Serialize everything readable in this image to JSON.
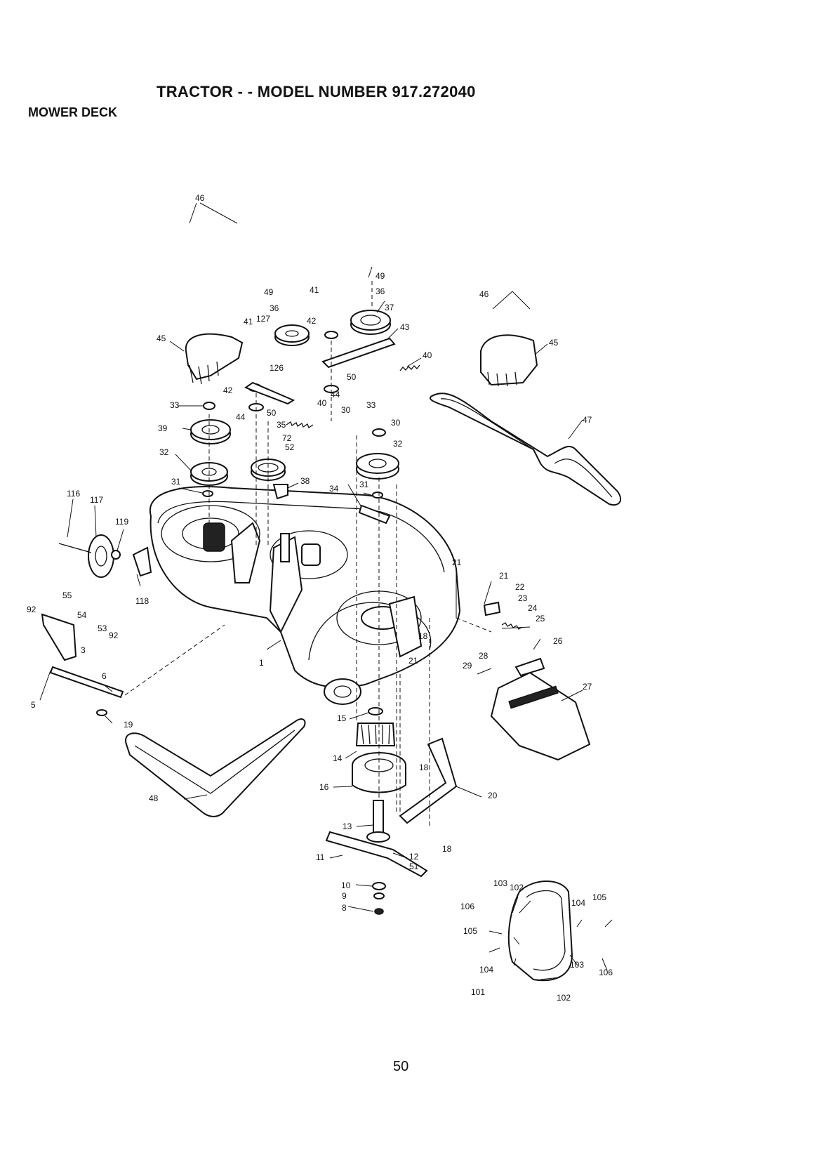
{
  "header": {
    "title": "TRACTOR - - MODEL NUMBER 917.272040",
    "subtitle": "MOWER DECK"
  },
  "footer": {
    "page_number": "50"
  },
  "callouts": [
    {
      "id": "c46a",
      "label": "46"
    },
    {
      "id": "c49a",
      "label": "49"
    },
    {
      "id": "c41a",
      "label": "41"
    },
    {
      "id": "c49b",
      "label": "49"
    },
    {
      "id": "c36a",
      "label": "36"
    },
    {
      "id": "c36b",
      "label": "36"
    },
    {
      "id": "c37",
      "label": "37"
    },
    {
      "id": "c46b",
      "label": "46"
    },
    {
      "id": "c127",
      "label": "127"
    },
    {
      "id": "c41b",
      "label": "41"
    },
    {
      "id": "c42a",
      "label": "42"
    },
    {
      "id": "c43",
      "label": "43"
    },
    {
      "id": "c45a",
      "label": "45"
    },
    {
      "id": "c45b",
      "label": "45"
    },
    {
      "id": "c40a",
      "label": "40"
    },
    {
      "id": "c126",
      "label": "126"
    },
    {
      "id": "c42b",
      "label": "42"
    },
    {
      "id": "c50a",
      "label": "50"
    },
    {
      "id": "c44a",
      "label": "44"
    },
    {
      "id": "c33a",
      "label": "33"
    },
    {
      "id": "c40b",
      "label": "40"
    },
    {
      "id": "c30a",
      "label": "30"
    },
    {
      "id": "c33b",
      "label": "33"
    },
    {
      "id": "c44b",
      "label": "44"
    },
    {
      "id": "c50b",
      "label": "50"
    },
    {
      "id": "c35",
      "label": "35"
    },
    {
      "id": "c30b",
      "label": "30"
    },
    {
      "id": "c47",
      "label": "47"
    },
    {
      "id": "c39",
      "label": "39"
    },
    {
      "id": "c72",
      "label": "72"
    },
    {
      "id": "c52",
      "label": "52"
    },
    {
      "id": "c32a",
      "label": "32"
    },
    {
      "id": "c32b",
      "label": "32"
    },
    {
      "id": "c38",
      "label": "38"
    },
    {
      "id": "c31a",
      "label": "31"
    },
    {
      "id": "c31b",
      "label": "31"
    },
    {
      "id": "c34",
      "label": "34"
    },
    {
      "id": "c116",
      "label": "116"
    },
    {
      "id": "c117",
      "label": "117"
    },
    {
      "id": "c119",
      "label": "119"
    },
    {
      "id": "c118",
      "label": "118"
    },
    {
      "id": "c21a",
      "label": "21"
    },
    {
      "id": "c21b",
      "label": "21"
    },
    {
      "id": "c22",
      "label": "22"
    },
    {
      "id": "c23",
      "label": "23"
    },
    {
      "id": "c24",
      "label": "24"
    },
    {
      "id": "c25",
      "label": "25"
    },
    {
      "id": "c55",
      "label": "55"
    },
    {
      "id": "c92a",
      "label": "92"
    },
    {
      "id": "c54",
      "label": "54"
    },
    {
      "id": "c53",
      "label": "53"
    },
    {
      "id": "c92b",
      "label": "92"
    },
    {
      "id": "c3",
      "label": "3"
    },
    {
      "id": "c18a",
      "label": "18"
    },
    {
      "id": "c26",
      "label": "26"
    },
    {
      "id": "c1",
      "label": "1"
    },
    {
      "id": "c21c",
      "label": "21"
    },
    {
      "id": "c29",
      "label": "29"
    },
    {
      "id": "c28",
      "label": "28"
    },
    {
      "id": "c27",
      "label": "27"
    },
    {
      "id": "c6",
      "label": "6"
    },
    {
      "id": "c5",
      "label": "5"
    },
    {
      "id": "c19",
      "label": "19"
    },
    {
      "id": "c15",
      "label": "15"
    },
    {
      "id": "c14",
      "label": "14"
    },
    {
      "id": "c18b",
      "label": "18"
    },
    {
      "id": "c16",
      "label": "16"
    },
    {
      "id": "c20",
      "label": "20"
    },
    {
      "id": "c48",
      "label": "48"
    },
    {
      "id": "c13",
      "label": "13"
    },
    {
      "id": "c18c",
      "label": "18"
    },
    {
      "id": "c11",
      "label": "11"
    },
    {
      "id": "c12",
      "label": "12"
    },
    {
      "id": "c51",
      "label": "51"
    },
    {
      "id": "c103a",
      "label": "103"
    },
    {
      "id": "c102a",
      "label": "102"
    },
    {
      "id": "c104a",
      "label": "104"
    },
    {
      "id": "c105a",
      "label": "105"
    },
    {
      "id": "c106a",
      "label": "106"
    },
    {
      "id": "c10",
      "label": "10"
    },
    {
      "id": "c9",
      "label": "9"
    },
    {
      "id": "c105b",
      "label": "105"
    },
    {
      "id": "c8",
      "label": "8"
    },
    {
      "id": "c104b",
      "label": "104"
    },
    {
      "id": "c103b",
      "label": "103"
    },
    {
      "id": "c106b",
      "label": "106"
    },
    {
      "id": "c101",
      "label": "101"
    },
    {
      "id": "c102b",
      "label": "102"
    }
  ]
}
